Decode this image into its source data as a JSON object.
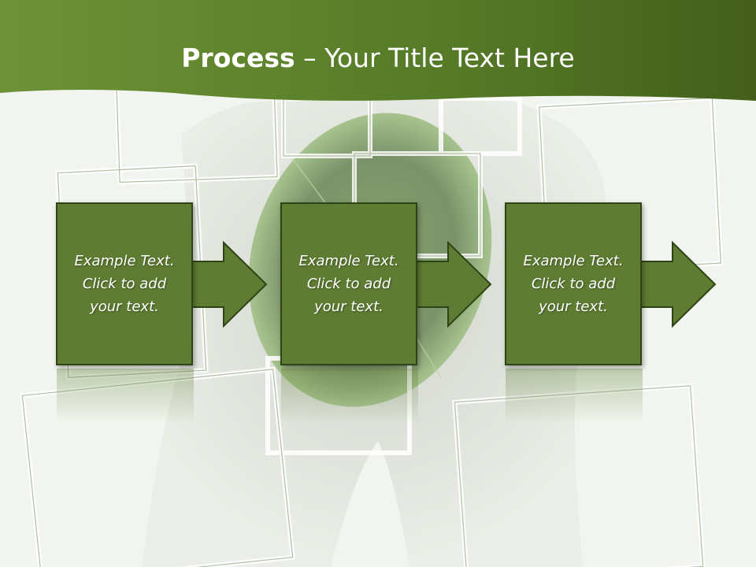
{
  "header": {
    "title_bold": "Process",
    "title_rest": " – Your Title Text Here"
  },
  "steps": [
    {
      "text": "Example Text. Click  to add your text."
    },
    {
      "text": "Example Text. Click  to add your text."
    },
    {
      "text": "Example Text. Click  to add your text."
    }
  ],
  "colors": {
    "header_dark": "#4b6a1f",
    "header_light": "#6f9438",
    "box_fill": "#5f7d32",
    "box_border": "#2f4414"
  },
  "icons": [
    "right-arrow-icon"
  ]
}
